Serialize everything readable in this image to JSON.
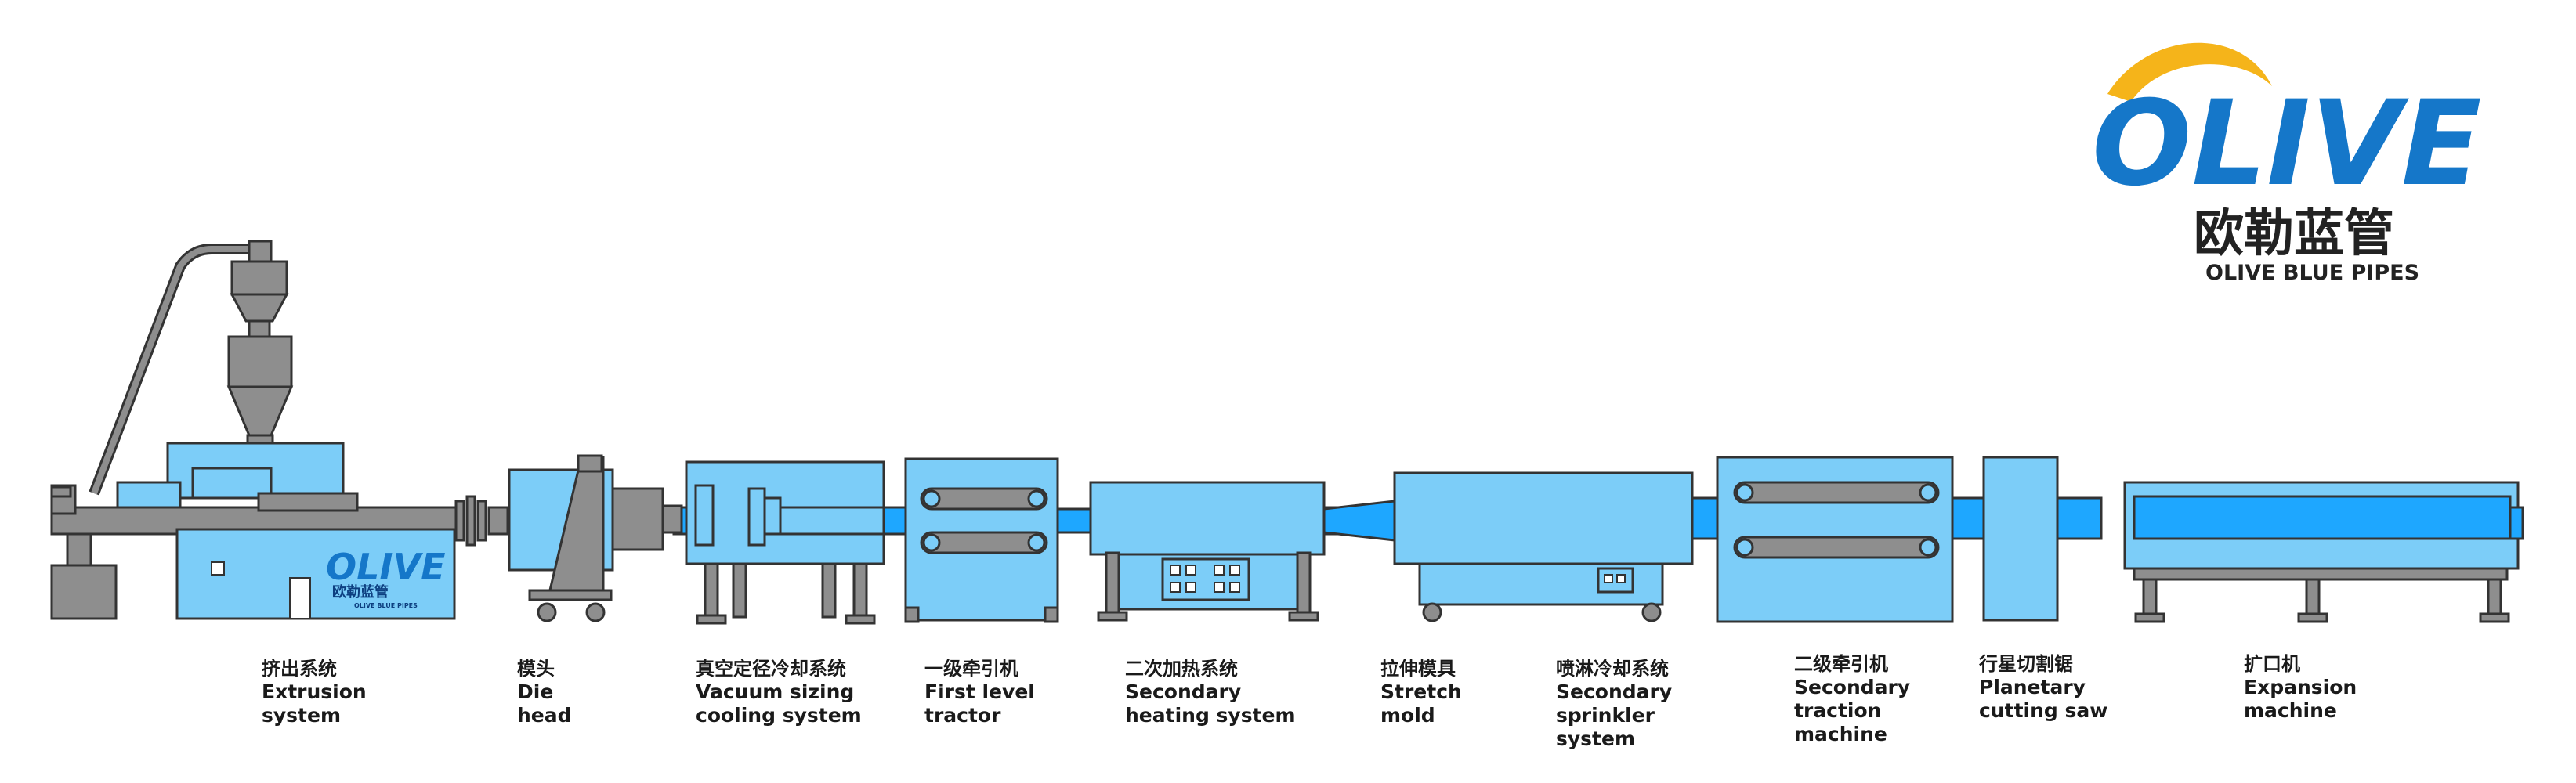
{
  "colors": {
    "machine_fill": "#7ccdf8",
    "pipe_fill": "#1ea7ff",
    "metal_fill": "#8e8e8e",
    "outline": "#333333",
    "logo_blue": "#1577c9",
    "logo_gold": "#f5b41a"
  },
  "logo": {
    "wordmark": "OLIVE",
    "chinese": "欧勒蓝管",
    "english": "OLIVE BLUE PIPES"
  },
  "machine_badge": {
    "wordmark": "OLIVE",
    "chinese": "欧勒蓝管",
    "english": "OLIVE BLUE PIPES"
  },
  "stations": [
    {
      "zh": "挤出系统",
      "en": [
        "Extrusion",
        "system"
      ]
    },
    {
      "zh": "模头",
      "en": [
        "Die",
        "head"
      ]
    },
    {
      "zh": "真空定径冷却系统",
      "en": [
        "Vacuum sizing",
        "cooling system"
      ]
    },
    {
      "zh": "一级牵引机",
      "en": [
        "First level",
        "tractor"
      ]
    },
    {
      "zh": "二次加热系统",
      "en": [
        "Secondary",
        "heating system"
      ]
    },
    {
      "zh": "拉伸模具",
      "en": [
        "Stretch",
        "mold"
      ]
    },
    {
      "zh": "喷淋冷却系统",
      "en": [
        "Secondary",
        "sprinkler",
        "system"
      ]
    },
    {
      "zh": "二级牵引机",
      "en": [
        "Secondary",
        "traction",
        "machine"
      ]
    },
    {
      "zh": "行星切割锯",
      "en": [
        "Planetary",
        "cutting saw"
      ]
    },
    {
      "zh": "扩口机",
      "en": [
        "Expansion",
        "machine"
      ]
    }
  ]
}
